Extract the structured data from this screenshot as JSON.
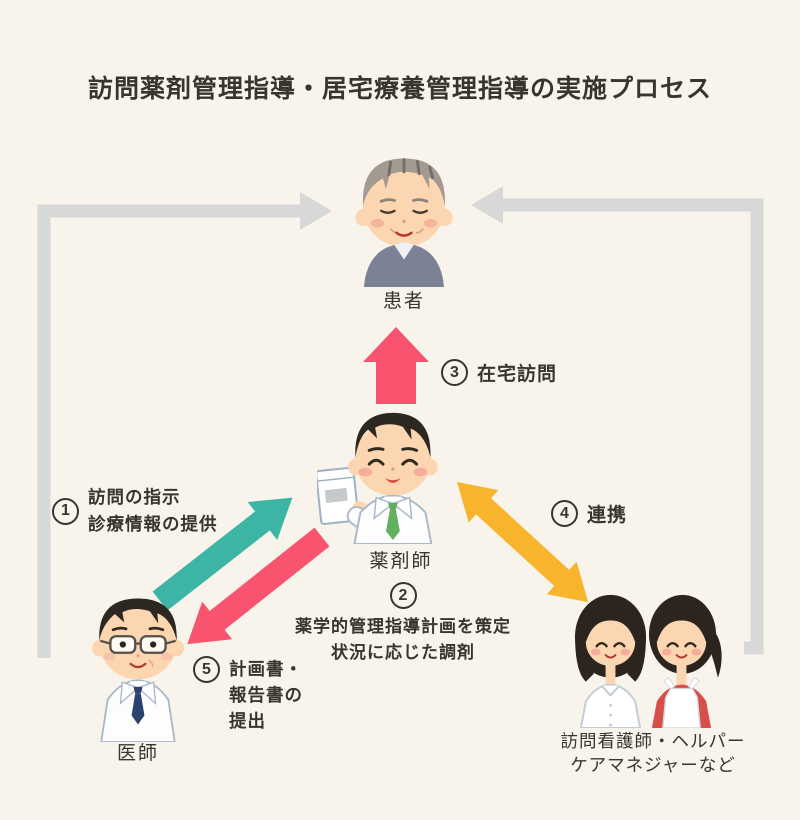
{
  "title": "訪問薬剤管理指導・居宅療養管理指導の実施プロセス",
  "actors": {
    "patient": {
      "label": "患者"
    },
    "pharmacist": {
      "label": "薬剤師"
    },
    "doctor": {
      "label": "医師"
    },
    "nurses": {
      "label_line1": "訪問看護師・ヘルパー",
      "label_line2": "ケアマネジャーなど"
    }
  },
  "steps": [
    {
      "number": "1",
      "lines": [
        "訪問の指示",
        "診療情報の提供"
      ]
    },
    {
      "number": "2",
      "lines": [
        "薬学的管理指導計画を策定",
        "状況に応じた調剤"
      ]
    },
    {
      "number": "3",
      "lines": [
        "在宅訪問"
      ]
    },
    {
      "number": "4",
      "lines": [
        "連携"
      ]
    },
    {
      "number": "5",
      "lines": [
        "計画書・",
        "報告書の",
        "提出"
      ]
    }
  ],
  "colors": {
    "background": "#f8f4ec",
    "arrow_teal": "#3db5a5",
    "arrow_pink": "#f85470",
    "arrow_yellow": "#f7b42c",
    "arrow_gray": "#d8d8d8",
    "text": "#3a342e"
  }
}
